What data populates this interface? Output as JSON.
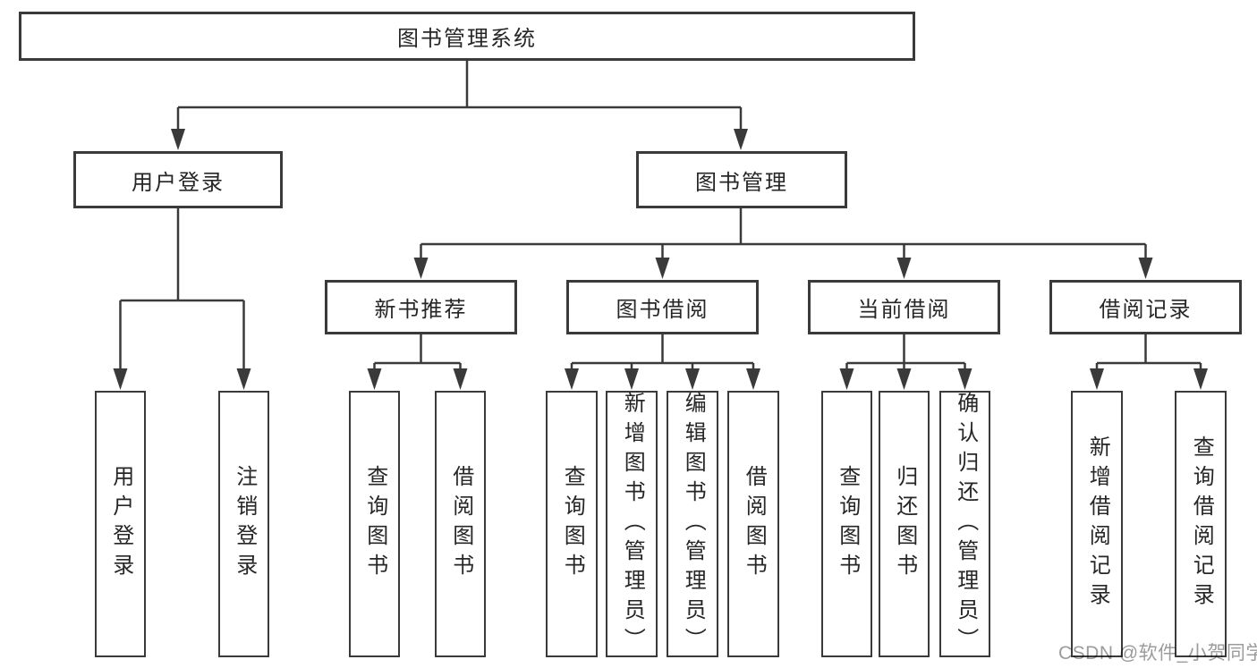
{
  "diagram": {
    "type": "hierarchy-tree",
    "watermark": "CSDN @软件_小贺同学",
    "colors": {
      "line": "#3a3a3a",
      "box_border": "#3a3a3a",
      "box_fill": "#ffffff",
      "text": "#262626",
      "watermark": "#9b9b9b",
      "background": "#ffffff"
    },
    "tree": {
      "label": "图书管理系统",
      "children": [
        {
          "label": "用户登录",
          "children": [
            {
              "label": "用户登录"
            },
            {
              "label": "注销登录"
            }
          ]
        },
        {
          "label": "图书管理",
          "children": [
            {
              "label": "新书推荐",
              "children": [
                {
                  "label": "查询图书"
                },
                {
                  "label": "借阅图书"
                }
              ]
            },
            {
              "label": "图书借阅",
              "children": [
                {
                  "label": "查询图书"
                },
                {
                  "label": "新增图书（管理员）"
                },
                {
                  "label": "编辑图书（管理员）"
                },
                {
                  "label": "借阅图书"
                }
              ]
            },
            {
              "label": "当前借阅",
              "children": [
                {
                  "label": "查询图书"
                },
                {
                  "label": "归还图书"
                },
                {
                  "label": "确认归还（管理员）"
                }
              ]
            },
            {
              "label": "借阅记录",
              "children": [
                {
                  "label": "新增借阅记录"
                },
                {
                  "label": "查询借阅记录"
                }
              ]
            }
          ]
        }
      ]
    }
  }
}
